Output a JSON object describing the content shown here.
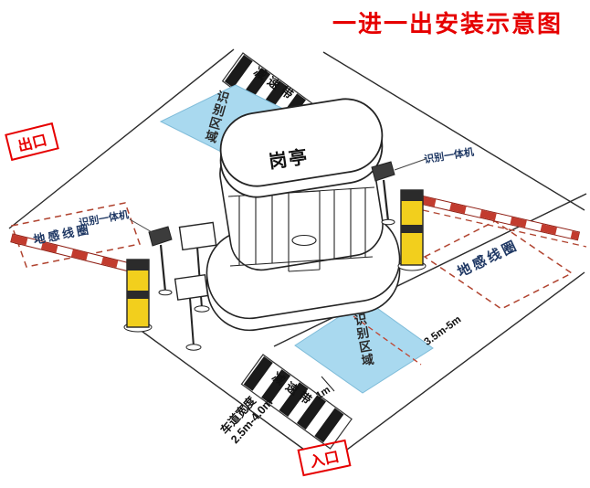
{
  "title": "一进一出安装示意图",
  "markers": {
    "exit": "出口",
    "entrance": "入口"
  },
  "booth": {
    "label": "岗亭"
  },
  "areas": {
    "top": "识别区域",
    "bottom": "识别区域"
  },
  "speed_bumps": {
    "top": "减速带",
    "bottom": "减速带"
  },
  "ground_loops": {
    "left": "地感线圈",
    "right": "地感线圈"
  },
  "machines": {
    "left": "识别一体机",
    "right": "识别一体机"
  },
  "dimensions": {
    "loop_distance": "3.5m-5m",
    "lane_width_label": "车道宽度",
    "lane_width_value": "2.5m-4.0m",
    "offset": "1m"
  },
  "colors": {
    "title": "#e60000",
    "recognition_area": "#a9d9ef",
    "barrier_arm": "#c23b2e",
    "barrier_post": "#f2cf1d",
    "loop_dash": "#b0432f"
  }
}
